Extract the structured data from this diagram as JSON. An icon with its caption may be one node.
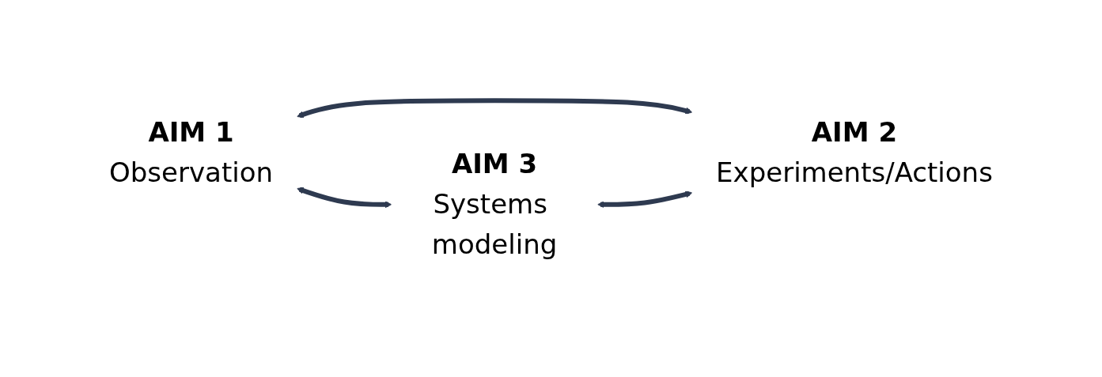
{
  "diagram": {
    "nodes": [
      {
        "text": [
          "AIM 1",
          "Observation"
        ]
      },
      {
        "text": [
          "AIM 2",
          "Experiments/Actions"
        ]
      },
      {
        "text": [
          "AIM 3",
          "Systems modeling"
        ]
      }
    ],
    "edges": [
      {
        "from": 0,
        "to": 1,
        "arrow": "both"
      },
      {
        "from": 0,
        "to": 2,
        "arrow": "both"
      },
      {
        "from": 1,
        "to": 2,
        "arrow": "both"
      }
    ]
  }
}
